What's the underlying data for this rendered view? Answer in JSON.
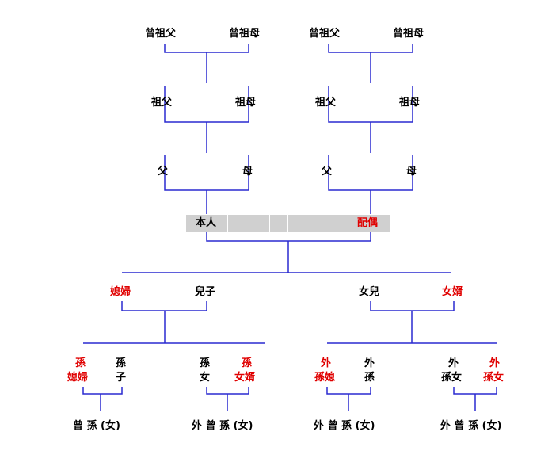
{
  "ancestors_left": {
    "great_grandfather": "曾祖父",
    "great_grandmother": "曾祖母",
    "grandfather": "祖父",
    "grandmother": "祖母",
    "father": "父",
    "mother": "母"
  },
  "ancestors_right": {
    "great_grandfather": "曾祖父",
    "great_grandmother": "曾祖母",
    "grandfather": "祖父",
    "grandmother": "祖母",
    "father": "父",
    "mother": "母"
  },
  "self": "本人",
  "spouse": "配偶",
  "children": {
    "daughter_in_law": "媳婦",
    "son": "兒子",
    "daughter": "女兒",
    "son_in_law": "女婿"
  },
  "grandchildren": {
    "g1_line1": "孫",
    "g1_line2": "媳婦",
    "g2_line1": "孫",
    "g2_line2": "子",
    "g3_line1": "孫",
    "g3_line2": "女",
    "g4_line1": "孫",
    "g4_line2": "女婿",
    "g5_line1": "外",
    "g5_line2": "孫媳",
    "g6_line1": "外",
    "g6_line2": "孫",
    "g7_line1": "外",
    "g7_line2": "孫女",
    "g8_line1": "外",
    "g8_line2": "孫女"
  },
  "great_grandchildren": {
    "c1": "曾 孫 (女)",
    "c2": "外 曾 孫 (女)",
    "c3": "外 曾 孫 (女)",
    "c4": "外 曾 孫 (女)"
  },
  "colors": {
    "line": "#2a2ad0",
    "highlight": "#e00000",
    "bar": "#d0d0d0"
  }
}
